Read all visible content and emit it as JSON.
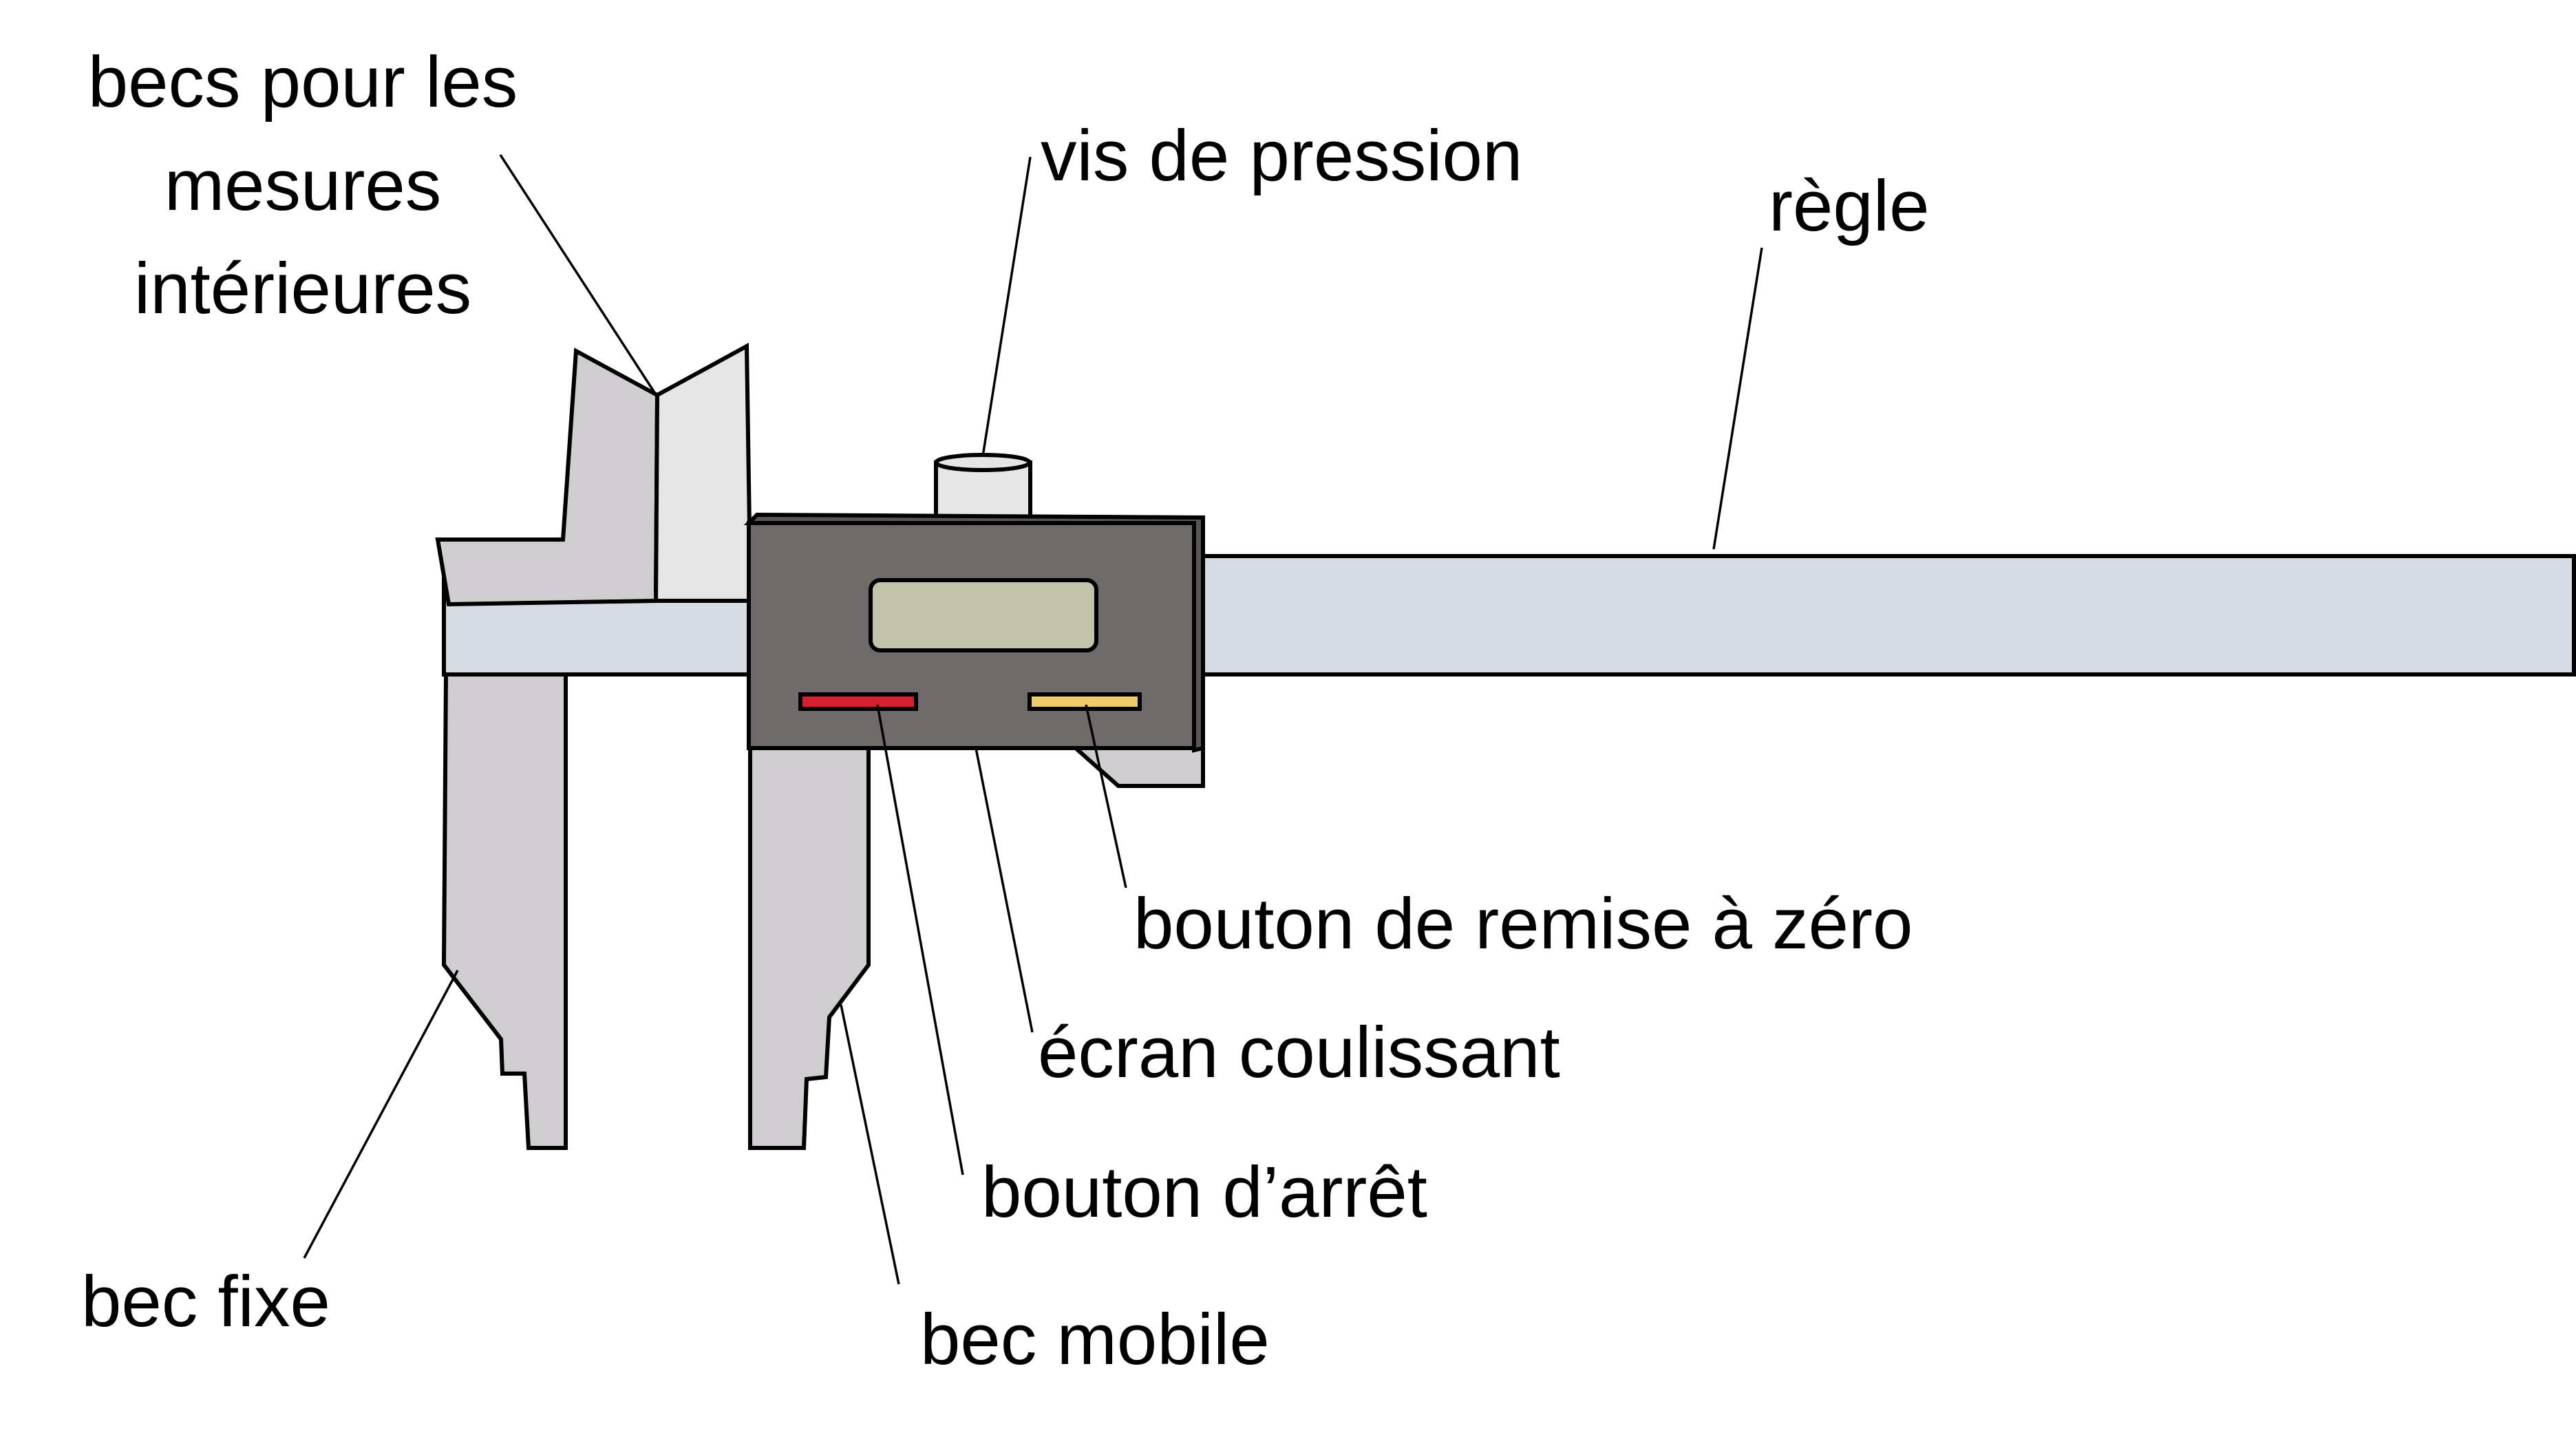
{
  "labels": {
    "inner_jaws_line1": "becs pour les",
    "inner_jaws_line2": "mesures",
    "inner_jaws_line3": "intérieures",
    "pressure_screw": "vis de pression",
    "ruler": "règle",
    "reset_button": "bouton de remise à zéro",
    "sliding_screen": "écran coulissant",
    "stop_button": "bouton d’arrêt",
    "fixed_jaw": "bec fixe",
    "movable_jaw": "bec mobile"
  },
  "colors": {
    "ruler": "#d6dbe3",
    "jaw": "#cfcdcf",
    "jaw_light": "#e6e5e6",
    "slider_body": "#6f6b6a",
    "display": "#c1c4a9",
    "stop_button": "#d4202f",
    "reset_button": "#efcb6a",
    "outline": "#000000"
  }
}
